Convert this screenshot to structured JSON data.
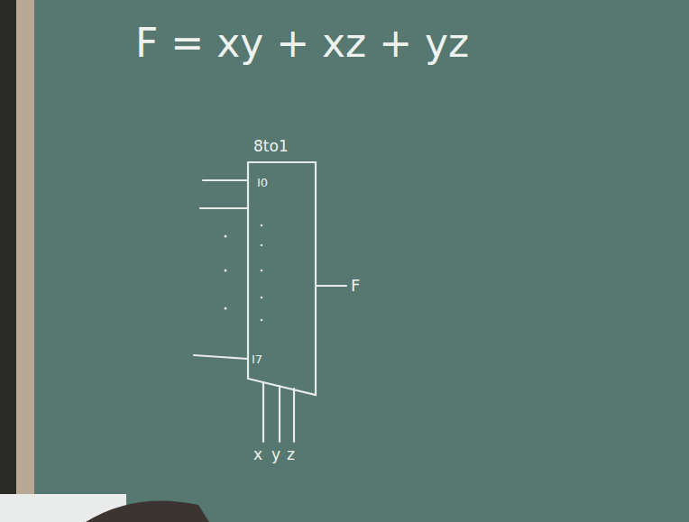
{
  "diagram": {
    "title": "F = xy + xz + yz",
    "nodes": [
      {
        "text": [
          "8to1"
        ]
      }
    ],
    "labels": [
      "I0",
      "I7",
      "F",
      "x",
      "y",
      "z"
    ]
  }
}
